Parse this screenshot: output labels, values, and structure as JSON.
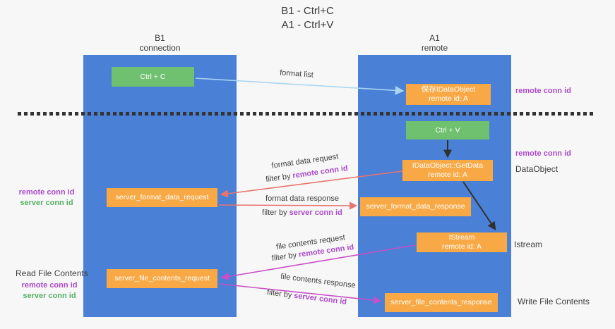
{
  "title": {
    "line1": "B1 - Ctrl+C",
    "line2": "A1 - Ctrl+V"
  },
  "lanes": {
    "left": {
      "title": "B1",
      "subtitle": "connection"
    },
    "right": {
      "title": "A1",
      "subtitle": "remote"
    }
  },
  "boxes": {
    "ctrl_c": {
      "label": "Ctrl + C"
    },
    "ctrl_v": {
      "label": "Ctrl + V"
    },
    "save_dataobject": {
      "line1": "保存IDataObject",
      "line2": "remote id: A"
    },
    "getdata": {
      "line1": "IDataObject::GetData",
      "line2": "remote id: A"
    },
    "istream": {
      "line1": "IStream",
      "line2": "remote id: A"
    },
    "format_request": {
      "label": "server_format_data_request"
    },
    "format_response": {
      "label": "server_format_data_response"
    },
    "file_request": {
      "label": "server_file_contents_request"
    },
    "file_response": {
      "label": "server_file_contents_response"
    }
  },
  "annotations": {
    "remote_conn_id": "remote conn id",
    "server_conn_id": "server conn id",
    "dataobject": "DataObject",
    "istream": "Istream",
    "read_file_contents": "Read File Contents",
    "write_file_contents": "Write File Contents"
  },
  "arrows": {
    "filter_by": "filter by",
    "format_list": "format list",
    "format_data_request": "format data request",
    "format_data_response": "format data response",
    "file_contents_request": "file contents request",
    "file_contents_response": "file contents response"
  },
  "colors": {
    "lane_blue": "#4a80d5",
    "box_orange": "#f8a945",
    "box_green": "#6fc06f",
    "purple_text": "#ab4ac8",
    "green_text": "#55b266",
    "arrow_red": "#e8736f",
    "arrow_magenta": "#c84fc8",
    "arrow_blue": "#a9d5f2",
    "arrow_black": "#303030"
  }
}
